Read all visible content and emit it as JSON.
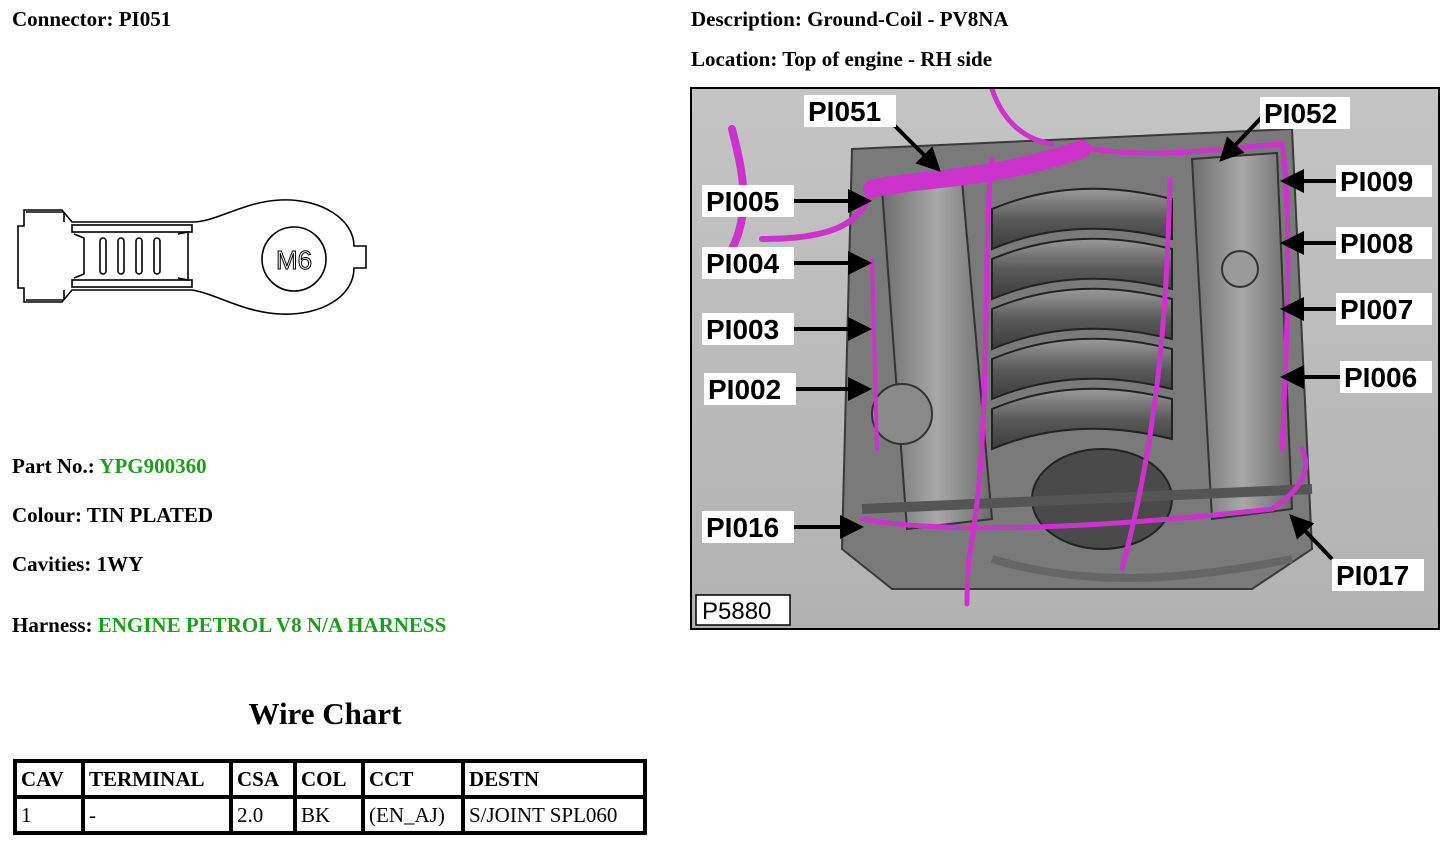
{
  "connector": {
    "label": "Connector:",
    "value": "PI051"
  },
  "description": {
    "label": "Description:",
    "value": "Ground-Coil - PV8NA"
  },
  "location": {
    "label": "Location:",
    "value": "Top of engine - RH side"
  },
  "drawing": {
    "size_label": "M6"
  },
  "part_no": {
    "label": "Part No.:",
    "value": "YPG900360"
  },
  "colour": {
    "label": "Colour:",
    "value": "TIN PLATED"
  },
  "cavities": {
    "label": "Cavities:",
    "value": "1WY"
  },
  "harness": {
    "label": "Harness:",
    "value": "ENGINE PETROL V8 N/A HARNESS"
  },
  "accent_color": "#1f9c1f",
  "harness_color": "#cc33cc",
  "wire_chart": {
    "title": "Wire Chart",
    "headers": [
      "CAV",
      "TERMINAL",
      "CSA",
      "COL",
      "CCT",
      "DESTN"
    ],
    "rows": [
      [
        "1",
        "-",
        "2.0",
        "BK",
        "(EN_AJ)",
        "S/JOINT SPL060"
      ]
    ]
  },
  "image": {
    "reference": "P5880",
    "callouts": [
      "PI051",
      "PI052",
      "PI005",
      "PI009",
      "PI004",
      "PI008",
      "PI003",
      "PI007",
      "PI002",
      "PI006",
      "PI016",
      "PI017"
    ]
  }
}
